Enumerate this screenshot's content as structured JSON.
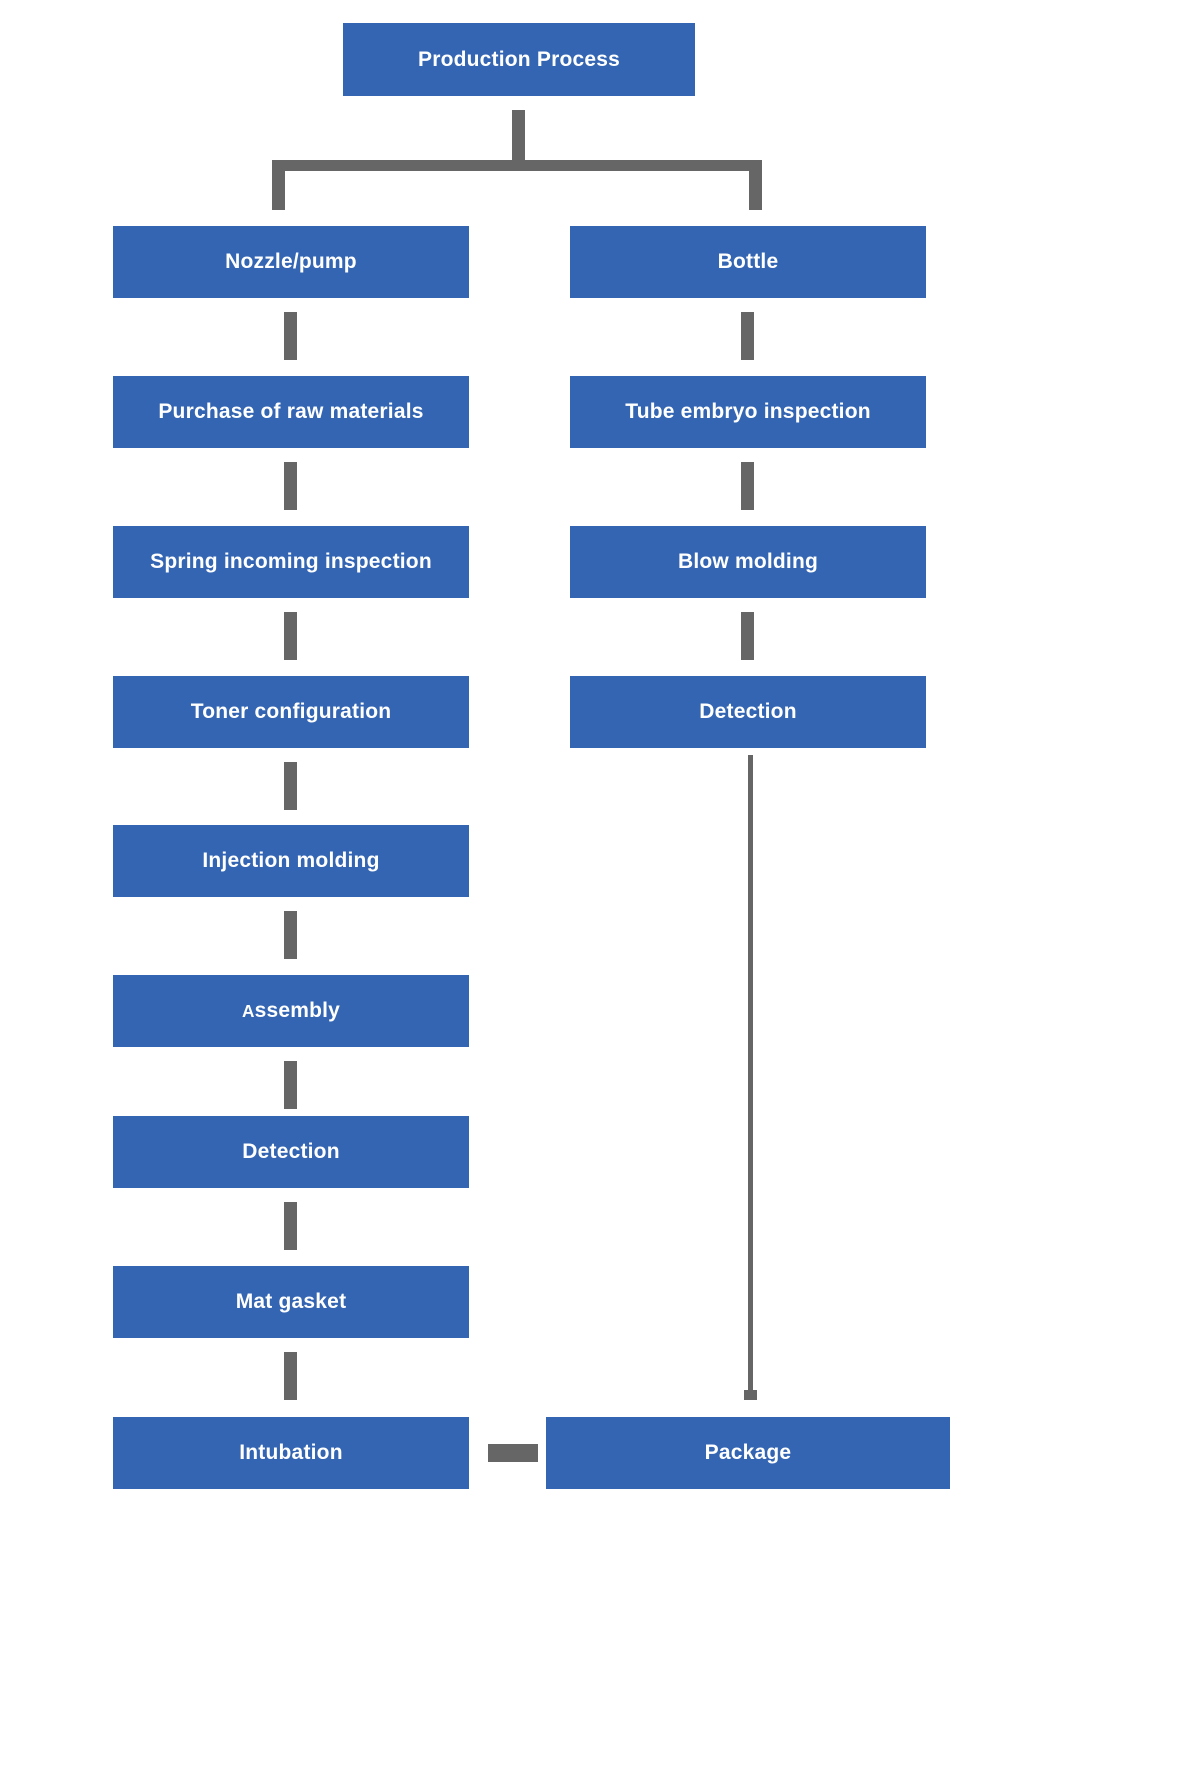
{
  "diagram": {
    "title": "Production Process",
    "type": "flowchart",
    "colors": {
      "node_fill": "#3365B3",
      "node_text": "#FFFFFF",
      "connector": "#666666",
      "background": "#FFFFFF"
    },
    "root": {
      "label": "Production Process"
    },
    "branches": [
      {
        "name": "nozzle-pump-branch",
        "head": "Nozzle/pump",
        "steps": [
          {
            "label": "Nozzle/pump"
          },
          {
            "label": "Purchase of raw materials"
          },
          {
            "label": "Spring incoming inspection"
          },
          {
            "label": "Toner configuration"
          },
          {
            "label": "Injection molding"
          },
          {
            "label": "Assembly",
            "label_lead": "A",
            "label_rest": "ssembly"
          },
          {
            "label": "Detection"
          },
          {
            "label": "Mat gasket"
          },
          {
            "label": "Intubation"
          }
        ]
      },
      {
        "name": "bottle-branch",
        "head": "Bottle",
        "steps": [
          {
            "label": "Bottle"
          },
          {
            "label": "Tube embryo inspection"
          },
          {
            "label": "Blow molding"
          },
          {
            "label": "Detection"
          }
        ]
      }
    ],
    "terminal": {
      "label": "Package"
    }
  }
}
